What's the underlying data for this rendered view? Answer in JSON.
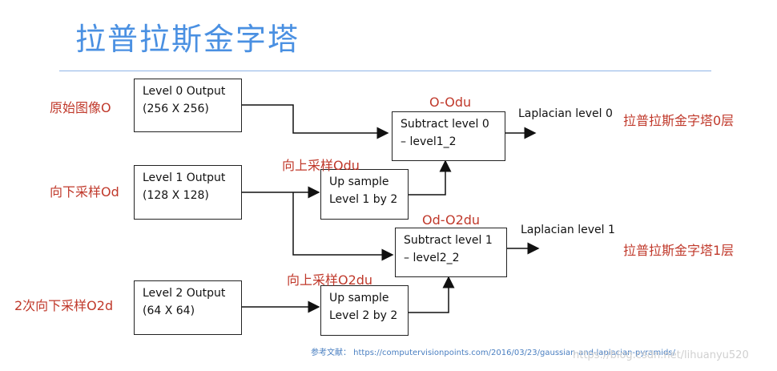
{
  "title": "拉普拉斯金字塔",
  "boxes": {
    "level0": {
      "line1": "Level 0 Output",
      "line2": "(256 X 256)"
    },
    "level1": {
      "line1": "Level 1 Output",
      "line2": "(128 X 128)"
    },
    "level2": {
      "line1": "Level 2 Output",
      "line2": "(64 X 64)"
    },
    "upsample1": {
      "line1": "Up sample",
      "line2": "Level 1 by 2"
    },
    "upsample2": {
      "line1": "Up sample",
      "line2": "Level 2 by 2"
    },
    "subtract0": {
      "line1": "Subtract level 0",
      "line2": "– level1_2"
    },
    "subtract1": {
      "line1": "Subtract level 1",
      "line2": "– level2_2"
    }
  },
  "labels": {
    "orig": "原始图像O",
    "down1": "向下采样Od",
    "down2": "2次向下采样O2d",
    "up1": "向上采样Odu",
    "up2": "向上采样O2du",
    "sub0": "O-Odu",
    "sub1": "Od-O2du",
    "lap0": "Laplacian level 0",
    "lap1": "Laplacian level 1",
    "layer0": "拉普拉斯金字塔0层",
    "layer1": "拉普拉斯金字塔1层"
  },
  "reference": "参考文献：  https://computervisionpoints.com/2016/03/23/gaussian-and-laplacian-pyramids/",
  "watermark": "https://blog.csdn.net/lihuanyu520"
}
